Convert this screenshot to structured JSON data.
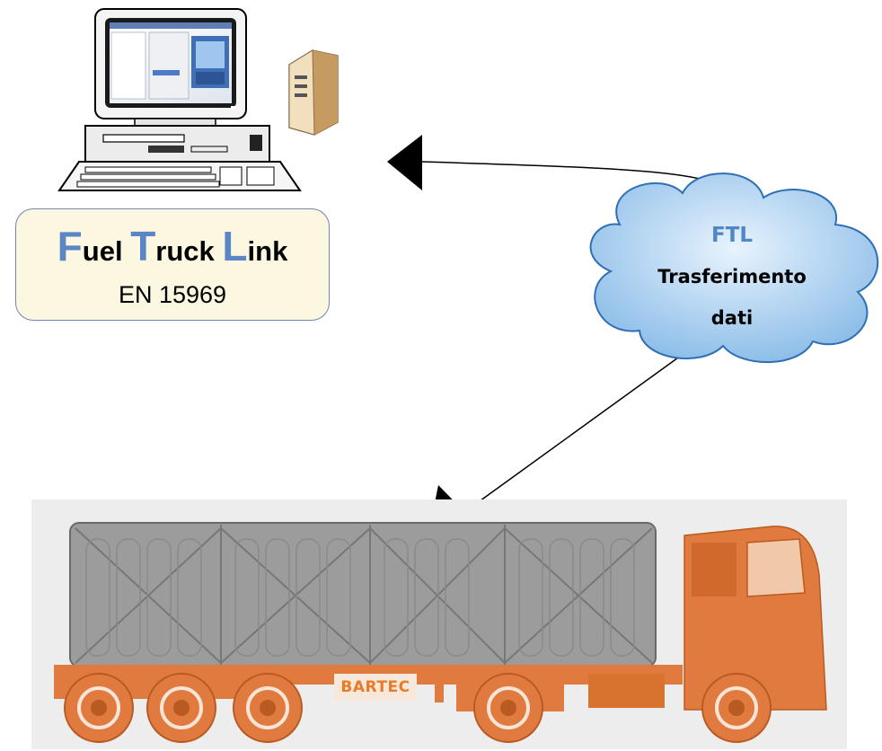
{
  "title": {
    "word1_initial": "F",
    "word1_rest": "uel ",
    "word2_initial": "T",
    "word2_rest": "ruck ",
    "word3_initial": "L",
    "word3_rest": "ink",
    "subtitle": "EN 15969"
  },
  "cloud": {
    "title": "FTL",
    "line1": "Trasferimento",
    "line2": "dati"
  },
  "truck": {
    "brand_label": "BARTEC"
  },
  "colors": {
    "accent_blue": "#5b86c5",
    "cloud_fill": "#a6cdf2",
    "truck_orange": "#e07a3e",
    "box_fill": "#fbf7e0"
  },
  "icons": [
    "computer-icon",
    "server-tower-icon",
    "cloud-shape",
    "tanker-truck-image"
  ]
}
